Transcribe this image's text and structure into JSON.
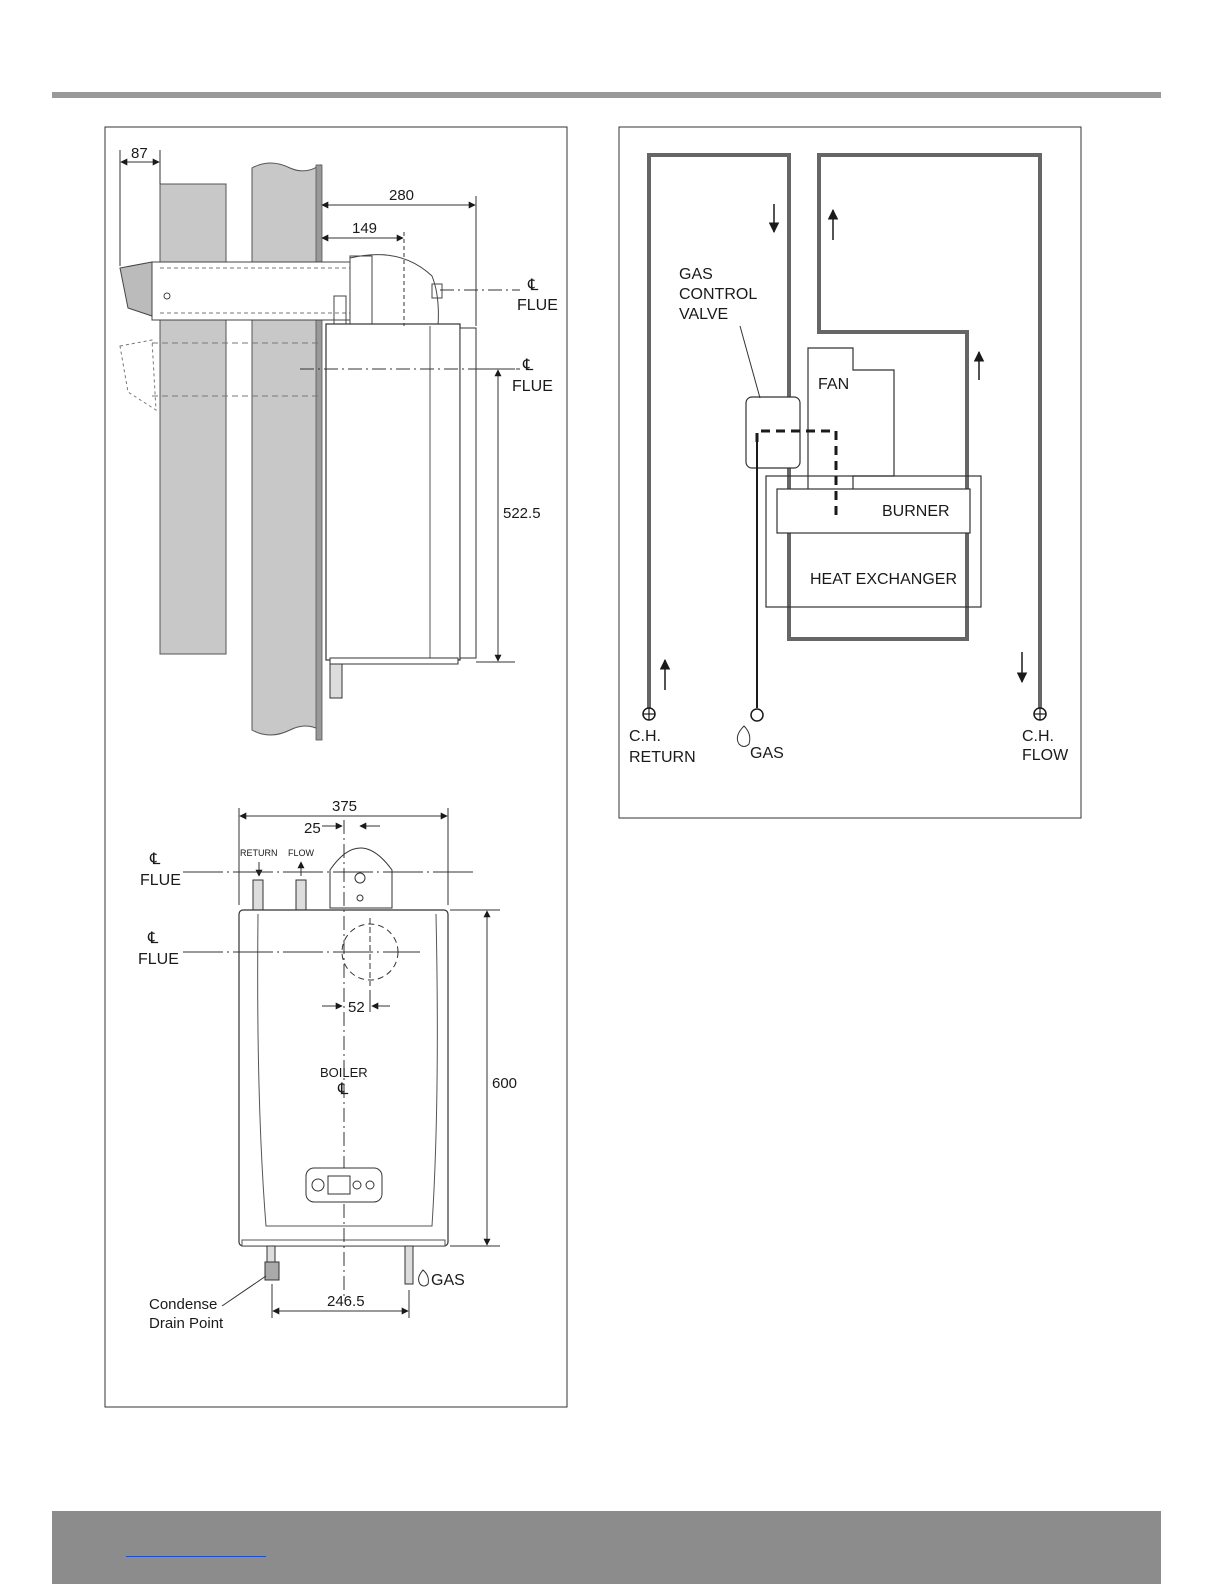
{
  "installation_diagram": {
    "side_view": {
      "dim_wall": "87",
      "dim_depth": "280",
      "dim_elbow": "149",
      "dim_height": "522.5",
      "cl_symbol": "℄",
      "flue_label": "FLUE"
    },
    "front_view": {
      "dim_width": "375",
      "dim_offset": "25",
      "dim_flue_offset": "52",
      "dim_height": "600",
      "dim_pipe_spacing": "246.5",
      "return_label": "RETURN",
      "flow_label": "FLOW",
      "flue_label": "FLUE",
      "cl_symbol": "℄",
      "boiler_label": "BOILER",
      "gas_label": "GAS",
      "condense_line1": "Condense",
      "condense_line2": "Drain Point"
    }
  },
  "schematic": {
    "gas_control_valve": [
      "GAS",
      "CONTROL",
      "VALVE"
    ],
    "fan": "FAN",
    "burner": "BURNER",
    "heat_exchanger": "HEAT EXCHANGER",
    "ch_return": [
      "C.H.",
      "RETURN"
    ],
    "gas": "GAS",
    "ch_flow": [
      "C.H.",
      "FLOW"
    ]
  },
  "colors": {
    "rule_grey": "#999999",
    "footer_grey": "#8c8c8c",
    "wall_grey": "#c8c8c8",
    "pipe_grey": "#666666",
    "link_blue": "#1f4fd1"
  }
}
